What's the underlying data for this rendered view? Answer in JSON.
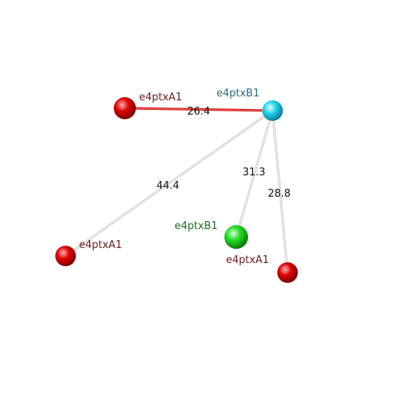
{
  "nodes": [
    {
      "id": "n1",
      "label": "e4ptxB1",
      "color": "cyan",
      "label_color": "#2a6b7a"
    },
    {
      "id": "n2",
      "label": "e4ptxA1",
      "color": "red",
      "label_color": "#6b1a1a"
    },
    {
      "id": "n3",
      "label": "e4ptxA1",
      "color": "red",
      "label_color": "#6b1a1a"
    },
    {
      "id": "n4",
      "label": "e4ptxB1",
      "color": "green",
      "label_color": "#1e6b1e"
    },
    {
      "id": "n5",
      "label": "e4ptxA1",
      "color": "red",
      "label_color": "#6b1a1a"
    }
  ],
  "edges": [
    {
      "from": "n1",
      "to": "n2",
      "label": "26.4",
      "color": "#cc1111"
    },
    {
      "from": "n1",
      "to": "n3",
      "label": "44.4",
      "color": "#d0d0d0"
    },
    {
      "from": "n1",
      "to": "n4",
      "label": "31.3",
      "color": "#d0d0d0"
    },
    {
      "from": "n1",
      "to": "n5",
      "label": "28.8",
      "color": "#d0d0d0"
    }
  ],
  "palette": {
    "cyan": [
      "#e8ffff",
      "#22d4ee",
      "#0a7f94"
    ],
    "red": [
      "#ffb3b3",
      "#e00000",
      "#7a0000"
    ],
    "green": [
      "#d9ffd9",
      "#22dd22",
      "#0b7a0b"
    ]
  }
}
